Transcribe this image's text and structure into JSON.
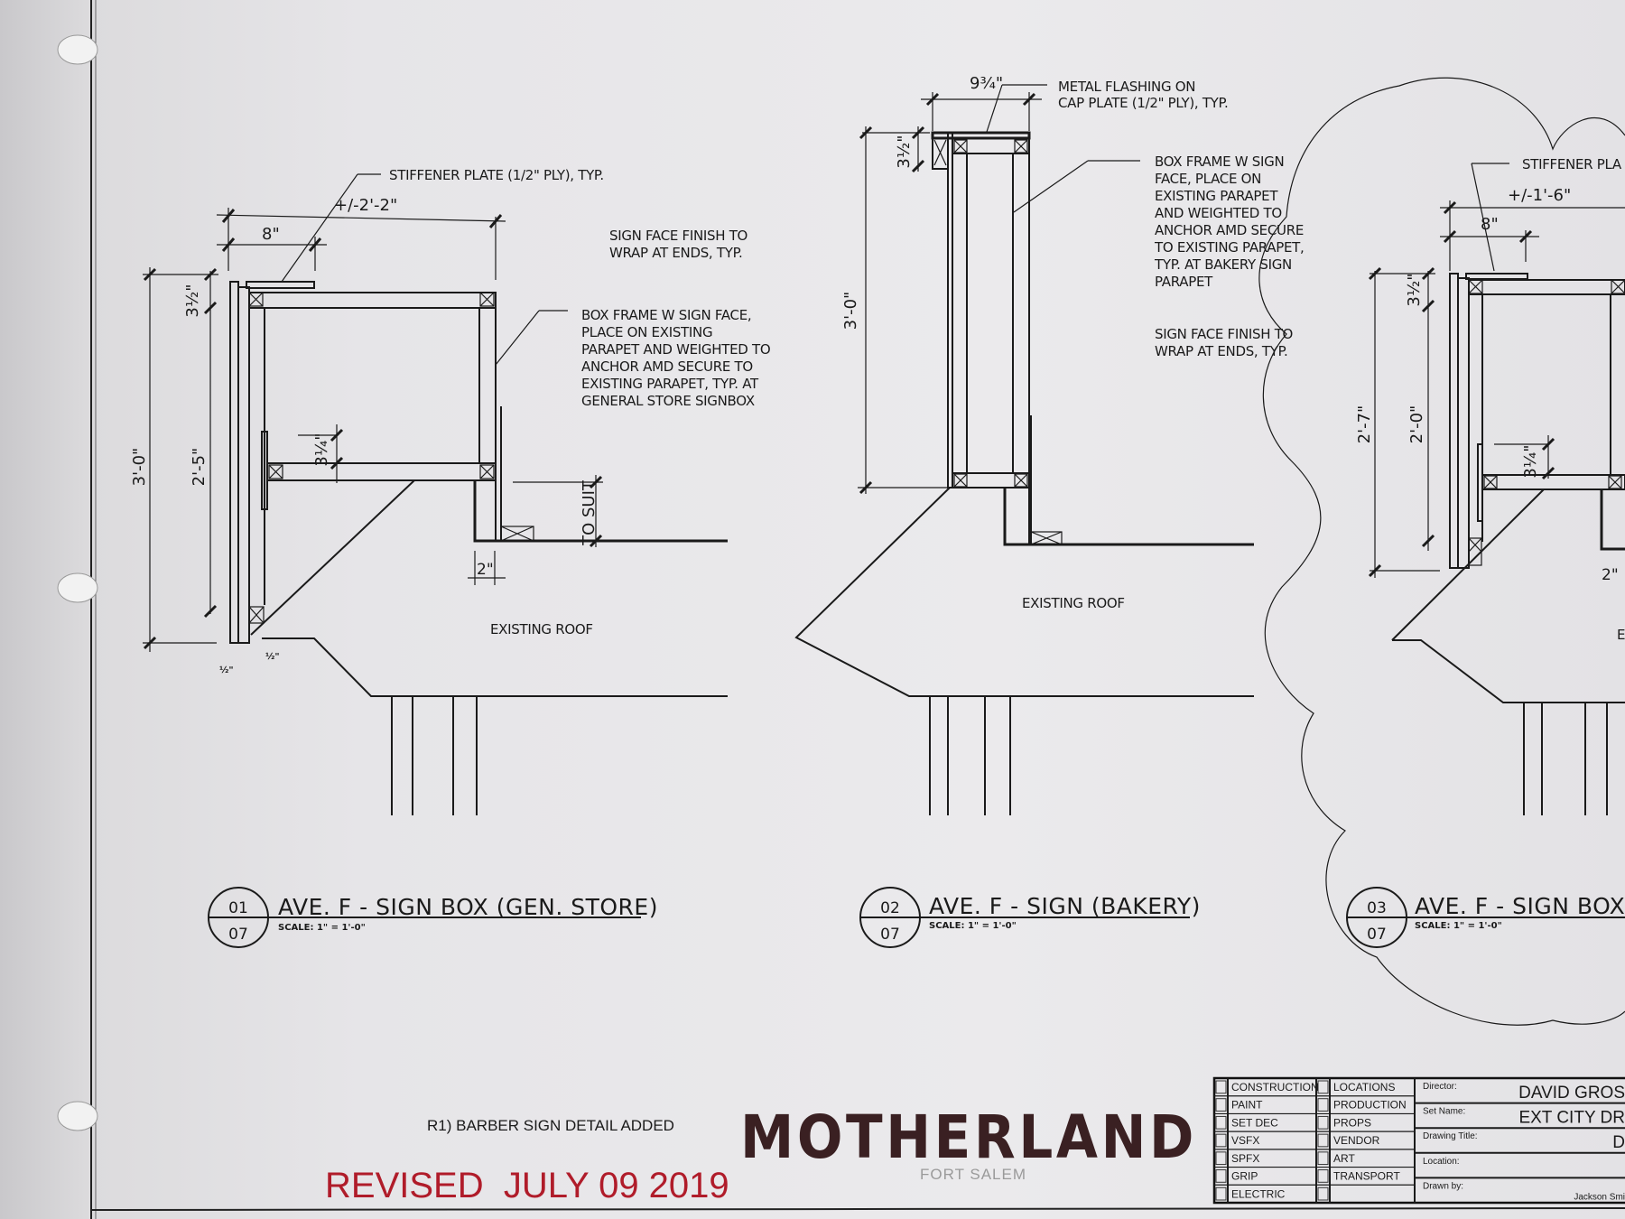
{
  "revision_note": "R1) BARBER SIGN DETAIL ADDED",
  "revised_stamp": "REVISED  JULY 09 2019",
  "colors": {
    "revised": "#b01c2a",
    "logo": "#3a2022",
    "paper": "#e9e8eb",
    "ink": "#1a1a1a"
  },
  "logo": {
    "title": "MOTHERLAND",
    "subtitle": "FORT SALEM"
  },
  "detail_01": {
    "number": "01",
    "sheet": "07",
    "title": "AVE. F - SIGN BOX (GEN. STORE)",
    "scale": "SCALE: 1\" = 1'-0\"",
    "notes": {
      "stiffener": "STIFFENER PLATE (1/2\" PLY), TYP.",
      "finish": [
        "SIGN FACE FINISH TO",
        "WRAP AT ENDS, TYP."
      ],
      "box_frame": [
        "BOX FRAME W SIGN FACE,",
        "PLACE ON EXISTING",
        "PARAPET AND WEIGHTED TO",
        "ANCHOR AMD SECURE TO",
        "EXISTING PARAPET, TYP. AT",
        "GENERAL STORE SIGNBOX"
      ],
      "roof": "EXISTING ROOF"
    },
    "dims": {
      "overall_width": "+/-2'-2\"",
      "cap": "8\"",
      "height": "3'-0\"",
      "face": "2'-5\"",
      "top": "3½\"",
      "mid": "3¼\"",
      "to_suit": "TO SUIT",
      "parapet": "2\"",
      "half_a": "½\"",
      "half_b": "½\""
    }
  },
  "detail_02": {
    "number": "02",
    "sheet": "07",
    "title": "AVE. F - SIGN (BAKERY)",
    "scale": "SCALE: 1\" = 1'-0\"",
    "notes": {
      "flashing": [
        "METAL FLASHING ON",
        "CAP PLATE (1/2\" PLY), TYP."
      ],
      "box_frame": [
        "BOX FRAME W SIGN",
        "FACE, PLACE ON",
        "EXISTING PARAPET",
        "AND WEIGHTED TO",
        "ANCHOR AMD SECURE",
        "TO EXISTING PARAPET,",
        "TYP. AT BAKERY SIGN",
        "PARAPET"
      ],
      "finish": [
        "SIGN FACE FINISH TO",
        "WRAP AT ENDS, TYP."
      ],
      "roof": "EXISTING ROOF"
    },
    "dims": {
      "width": "9¾\"",
      "top": "3½\"",
      "height": "3'-0\""
    }
  },
  "detail_03": {
    "number": "03",
    "sheet": "07",
    "title": "AVE. F - SIGN BOX (",
    "scale": "SCALE: 1\" = 1'-0\"",
    "notes": {
      "stiffener": "STIFFENER PLA",
      "roof": "EXISTING ROOF"
    },
    "dims": {
      "overall_width": "+/-1'-6\"",
      "cap": "8\"",
      "height": "2'-7\"",
      "face": "2'-0\"",
      "top": "3½\"",
      "mid": "3¼\"",
      "parapet": "2\""
    }
  },
  "title_block": {
    "departments_a": [
      "CONSTRUCTION",
      "PAINT",
      "SET DEC",
      "VSFX",
      "SPFX",
      "GRIP",
      "ELECTRIC"
    ],
    "departments_b": [
      "LOCATIONS",
      "PRODUCTION",
      "PROPS",
      "VENDOR",
      "ART",
      "TRANSPORT",
      ""
    ],
    "fields": [
      {
        "label": "Director:",
        "value": "DAVID GROS"
      },
      {
        "label": "Set Name:",
        "value": "EXT CITY DR"
      },
      {
        "label": "Drawing Title:",
        "value": "D"
      },
      {
        "label": "Location:",
        "value": ""
      },
      {
        "label": "Drawn by:",
        "value": "Jackson Smi"
      }
    ]
  }
}
